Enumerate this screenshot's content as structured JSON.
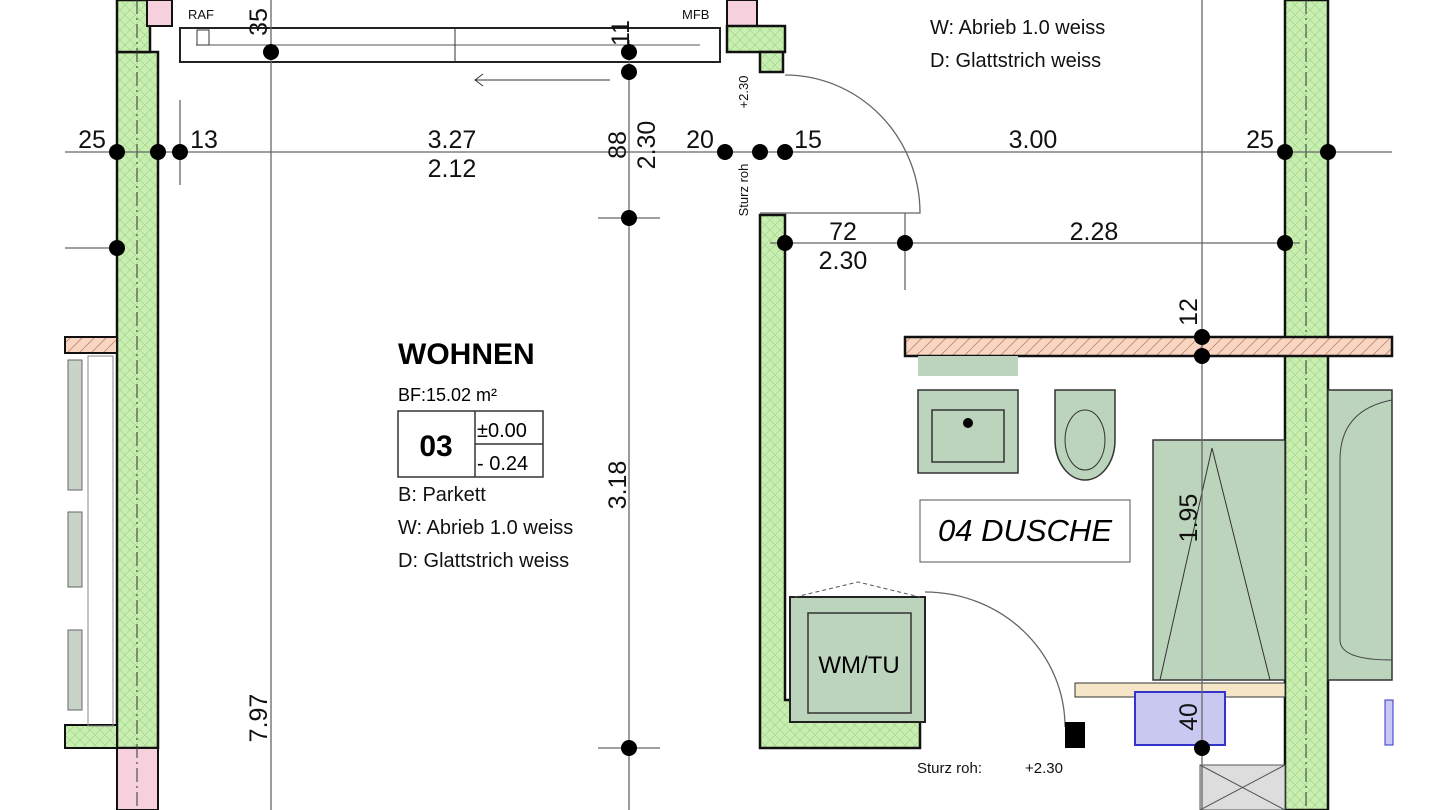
{
  "colors": {
    "wall": "#c8efb0",
    "glass_frame": "#f6d0dc",
    "counter": "#f8d6c2",
    "fixture": "#bcd4bc",
    "window_blue": "#7f7fe0"
  },
  "top": {
    "raf": "RAF",
    "mfb": "MFB",
    "wall_note": "W: Abrieb 1.0 weiss",
    "ceiling_note": "D: Glattstrich weiss"
  },
  "dimensions": {
    "d25_left": "25",
    "d13": "13",
    "d327": "3.27",
    "d212": "2.12",
    "d88": "88",
    "d230_vert": "2.30",
    "d20": "20",
    "d15": "15",
    "d300": "3.00",
    "d25_right": "25",
    "d35": "35",
    "d11": "11",
    "d72": "72",
    "d230": "2.30",
    "d228": "2.28",
    "d12": "12",
    "d318": "3.18",
    "d797": "7.97",
    "d195": "1.95",
    "d40": "40",
    "lintel_height": "+2.30",
    "lintel_label": "Sturz roh"
  },
  "room_wohnen": {
    "name": "WOHNEN",
    "area": "BF:15.02 m²",
    "number": "03",
    "level_top": "±0.00",
    "level_bottom": "- 0.24",
    "floor": "B: Parkett",
    "wall": "W: Abrieb 1.0 weiss",
    "ceiling": "D: Glattstrich weiss"
  },
  "room_dusche": {
    "label": "04 DUSCHE"
  },
  "appliance": {
    "label": "WM/TU"
  },
  "lintel_bottom": {
    "label": "Sturz roh:",
    "value": "+2.30"
  }
}
